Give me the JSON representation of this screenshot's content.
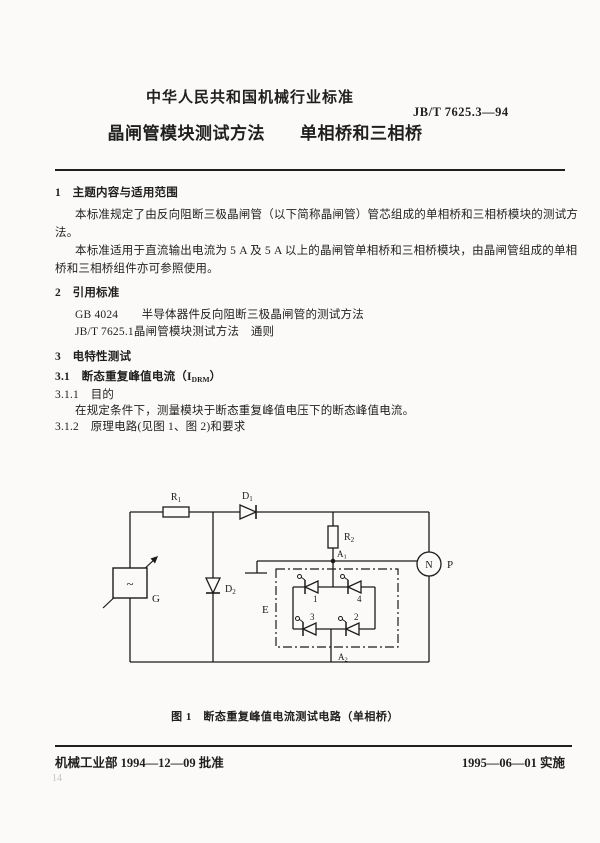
{
  "colors": {
    "ink": "#1f1f1f",
    "paper": "#fbfaf8"
  },
  "header": {
    "org_line": "中华人民共和国机械行业标准",
    "standard_no": "JB/T 7625.3—94",
    "title": "晶闸管模块测试方法　　单相桥和三相桥"
  },
  "sections": {
    "s1_heading": "1　主题内容与适用范围",
    "s1_p1_line1": "本标准规定了由反向阻断三极晶闸管（以下简称晶闸管）管芯组成的单相桥和三相桥模块的测试方",
    "s1_p1_line2": "法。",
    "s1_p2_line1": "本标准适用于直流输出电流为 5 A 及 5 A 以上的晶闸管单相桥和三相桥模块，由晶闸管组成的单相",
    "s1_p2_line2": "桥和三相桥组件亦可参照使用。",
    "s2_heading": "2　引用标准",
    "s2_ref1": "GB 4024　　半导体器件反向阻断三极晶闸管的测试方法",
    "s2_ref2": "JB/T 7625.1晶闸管模块测试方法　通则",
    "s3_heading": "3　电特性测试",
    "s31_prefix": "3.1　断态重复峰值电流（I",
    "s31_sub": "DRM",
    "s31_suffix": "）",
    "s311_heading": "3.1.1　目的",
    "s311_body": "在规定条件下，测量模块于断态重复峰值电压下的断态峰值电流。",
    "s312_heading": "3.1.2　原理电路(见图 1、图 2)和要求"
  },
  "figure": {
    "caption": "图 1　断态重复峰值电流测试电路（单相桥）",
    "labels": {
      "r1": {
        "main": "R",
        "sub": "1"
      },
      "r2": {
        "main": "R",
        "sub": "2"
      },
      "d1": {
        "main": "D",
        "sub": "1"
      },
      "d2": {
        "main": "D",
        "sub": "2"
      },
      "a1": {
        "main": "A",
        "sub": "1"
      },
      "a2": {
        "main": "A",
        "sub": "2"
      },
      "g": "G",
      "n": "N",
      "p": "P",
      "e": "E",
      "ac": "~",
      "thy1": "1",
      "thy2": "2",
      "thy3": "3",
      "thy4": "4"
    }
  },
  "footer": {
    "approved": "机械工业部 1994—12—09 批准",
    "effective": "1995—06—01 实施",
    "page_no": "14"
  }
}
